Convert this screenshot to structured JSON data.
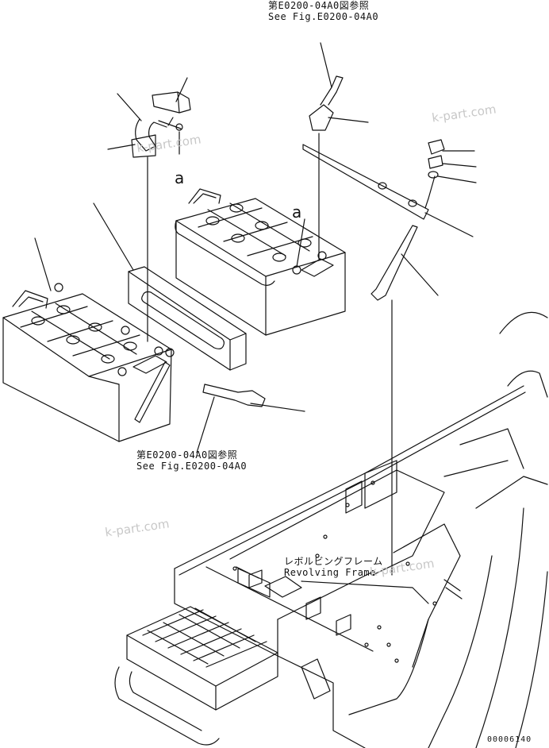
{
  "references": {
    "top": {
      "jp": "第E0200-04A0図参照",
      "en": "See Fig.E0200-04A0"
    },
    "bottom": {
      "jp": "第E0200-04A0図参照",
      "en": "See Fig.E0200-04A0"
    }
  },
  "frame_label": {
    "jp": "レボルビングフレーム",
    "en": "Revolving Frame"
  },
  "callouts": [
    "a",
    "a"
  ],
  "watermarks": [
    "k-part.com",
    "k-part.com",
    "k-part.com",
    "k-part.com"
  ],
  "drawing_number": "00006140"
}
